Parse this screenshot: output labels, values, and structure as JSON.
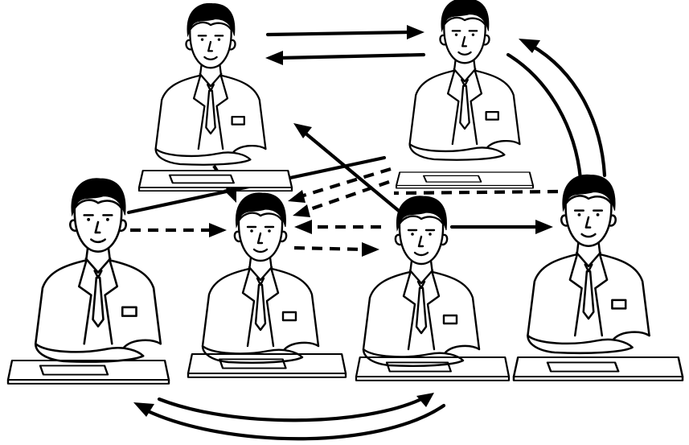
{
  "diagram": {
    "figures": [
      {
        "id": "top-left"
      },
      {
        "id": "top-right"
      },
      {
        "id": "bottom-left"
      },
      {
        "id": "bottom-center-left"
      },
      {
        "id": "bottom-center-right"
      },
      {
        "id": "bottom-right"
      }
    ],
    "connections": [
      {
        "from": "top-left",
        "to": "top-right",
        "style": "solid"
      },
      {
        "from": "top-right",
        "to": "top-left",
        "style": "solid"
      },
      {
        "from": "bottom-right",
        "to": "top-right",
        "style": "solid-curved"
      },
      {
        "from": "bottom-center-right",
        "to": "top-left",
        "style": "solid"
      },
      {
        "from": "bottom-center-right",
        "to": "bottom-right",
        "style": "solid"
      },
      {
        "from": "top-left",
        "to": "bottom-center-left",
        "style": "dashed"
      },
      {
        "from": "bottom-left",
        "to": "top-right",
        "style": "solid"
      },
      {
        "from": "bottom-left",
        "to": "bottom-center-left",
        "style": "dashed"
      },
      {
        "from": "top-right",
        "to": "bottom-center-left",
        "style": "dashed"
      },
      {
        "from": "bottom-right",
        "to": "bottom-center-left",
        "style": "dashed"
      },
      {
        "from": "bottom-center-left",
        "to": "bottom-center-right",
        "style": "dashed"
      },
      {
        "from": "bottom-center-right",
        "to": "bottom-center-left",
        "style": "dashed"
      },
      {
        "from": "bottom-center-right",
        "to": "bottom-left",
        "style": "solid-curved"
      },
      {
        "from": "bottom-left",
        "to": "bottom-center-right",
        "style": "solid-curved"
      }
    ]
  }
}
